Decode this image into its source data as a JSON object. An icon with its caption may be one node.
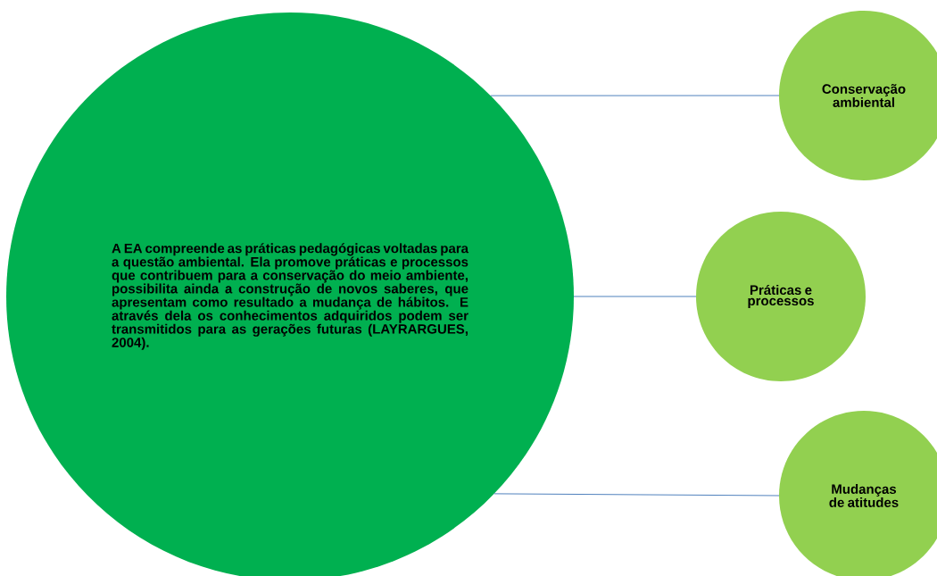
{
  "diagram": {
    "nodes": [
      {
        "text": [
          "A EA compreende as práticas pedagógicas voltadas para a questão ambiental. Ela promove práticas e processos que contribuem para a conservação do meio ambiente, possibilita ainda a construção de novos saberes, que apresentam como resultado a mudança de hábitos. E através dela os conhecimentos adquiridos podem ser transmitidos para as gerações futuras (LAYRARGUES, 2004)."
        ]
      },
      {
        "text": [
          "Conservação ambiental"
        ]
      },
      {
        "text": [
          "Práticas e processos"
        ]
      },
      {
        "text": [
          "Mudanças de atitudes"
        ]
      }
    ],
    "edges": [
      {
        "from": 0,
        "to": 1,
        "arrow": "none"
      },
      {
        "from": 0,
        "to": 2,
        "arrow": "none"
      },
      {
        "from": 0,
        "to": 3,
        "arrow": "none"
      }
    ]
  }
}
